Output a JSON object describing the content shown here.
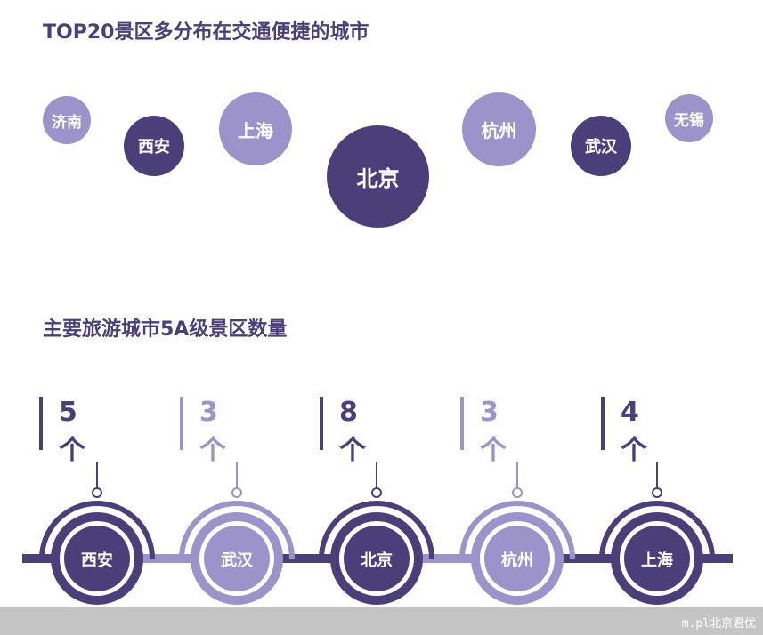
{
  "section1": {
    "title": "TOP20景区多分布在交通便捷的城市",
    "cities": [
      {
        "name": "济南",
        "shade": "light"
      },
      {
        "name": "西安",
        "shade": "dark"
      },
      {
        "name": "上海",
        "shade": "light"
      },
      {
        "name": "北京",
        "shade": "dark"
      },
      {
        "name": "杭州",
        "shade": "light"
      },
      {
        "name": "武汉",
        "shade": "dark"
      },
      {
        "name": "无锡",
        "shade": "light"
      }
    ]
  },
  "section2": {
    "title": "主要旅游城市5A级景区数量",
    "unit": "个"
  },
  "chart_data": {
    "type": "bar",
    "title": "主要旅游城市5A级景区数量",
    "categories": [
      "西安",
      "武汉",
      "北京",
      "杭州",
      "上海"
    ],
    "values": [
      5,
      3,
      8,
      3,
      4
    ],
    "unit": "个"
  },
  "colors": {
    "dark": "#4a3f78",
    "light": "#9b93c9"
  },
  "watermark": "m.pl北京君优"
}
